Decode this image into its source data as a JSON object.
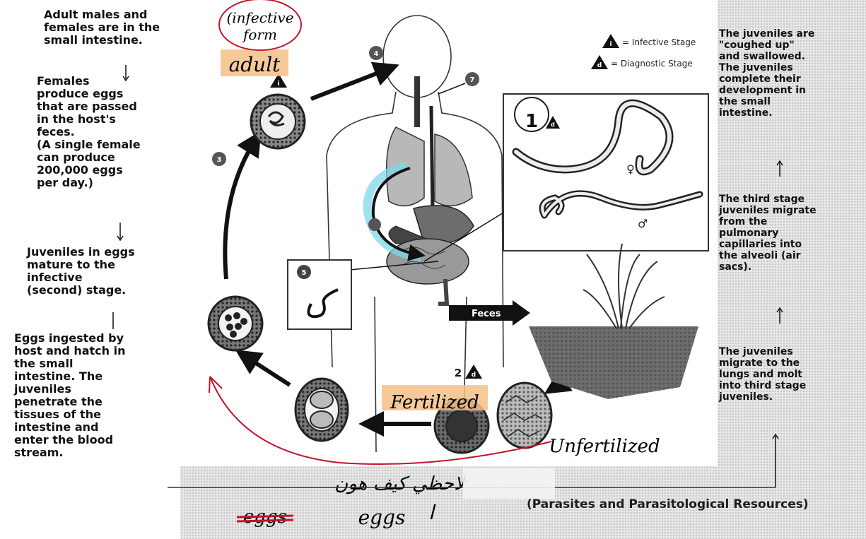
{
  "left_column": {
    "p1": [
      "Adult males and",
      "females are in the",
      "small intestine."
    ],
    "p2": [
      "Females",
      "produce eggs",
      "that are passed",
      "in the host's",
      "feces.",
      "(A single female",
      "can produce",
      "200,000 eggs",
      "per day.)"
    ],
    "p3": [
      "Juveniles in eggs",
      "mature to the",
      "infective",
      "(second) stage."
    ],
    "p4": [
      "Eggs ingested by",
      "host and hatch in",
      "the small",
      "intestine.  The",
      "juveniles",
      "penetrate the",
      "tissues of the",
      "intestine and",
      "enter the blood",
      "stream."
    ]
  },
  "right_column": {
    "p1": [
      "The juveniles are",
      "\"coughed up\"",
      "and swallowed.",
      "The juveniles",
      "complete their",
      "development in",
      "the small",
      "intestine."
    ],
    "p2": [
      "The third stage",
      "juveniles migrate",
      "from the",
      "pulmonary",
      "capillaries into",
      "the alveoli (air",
      "sacs)."
    ],
    "p3": [
      "The juveniles",
      "migrate to the",
      "lungs and molt",
      "into third stage",
      "juveniles."
    ]
  },
  "legend": {
    "infective": "= Infective Stage",
    "diagnostic": "= Diagnostic Stage",
    "i_letter": "i",
    "d_letter": "d"
  },
  "stage_labels": {
    "s1": "1",
    "s2": "2",
    "s3": "3",
    "s4": "4",
    "s5": "5",
    "s7": "7"
  },
  "diagram": {
    "feces": "Feces",
    "female_symbol": "♀",
    "male_symbol": "♂"
  },
  "handwritten": {
    "infective_form": "(infective",
    "form": "form",
    "adult": "adult",
    "circled_one": "1",
    "fertilized": "Fertilized",
    "unfertilized": "Unfertilized",
    "arabic_note": "لاحظي كيف هون",
    "eggs_struck": "eggs",
    "eggs": "eggs",
    "arabic_letter": "ا"
  },
  "source": "(Parasites and Parasitological Resources)",
  "colors": {
    "red_ink": "#c3122a",
    "highlight_orange": "#f5c089",
    "highlight_cyan": "#7fd8ea"
  }
}
